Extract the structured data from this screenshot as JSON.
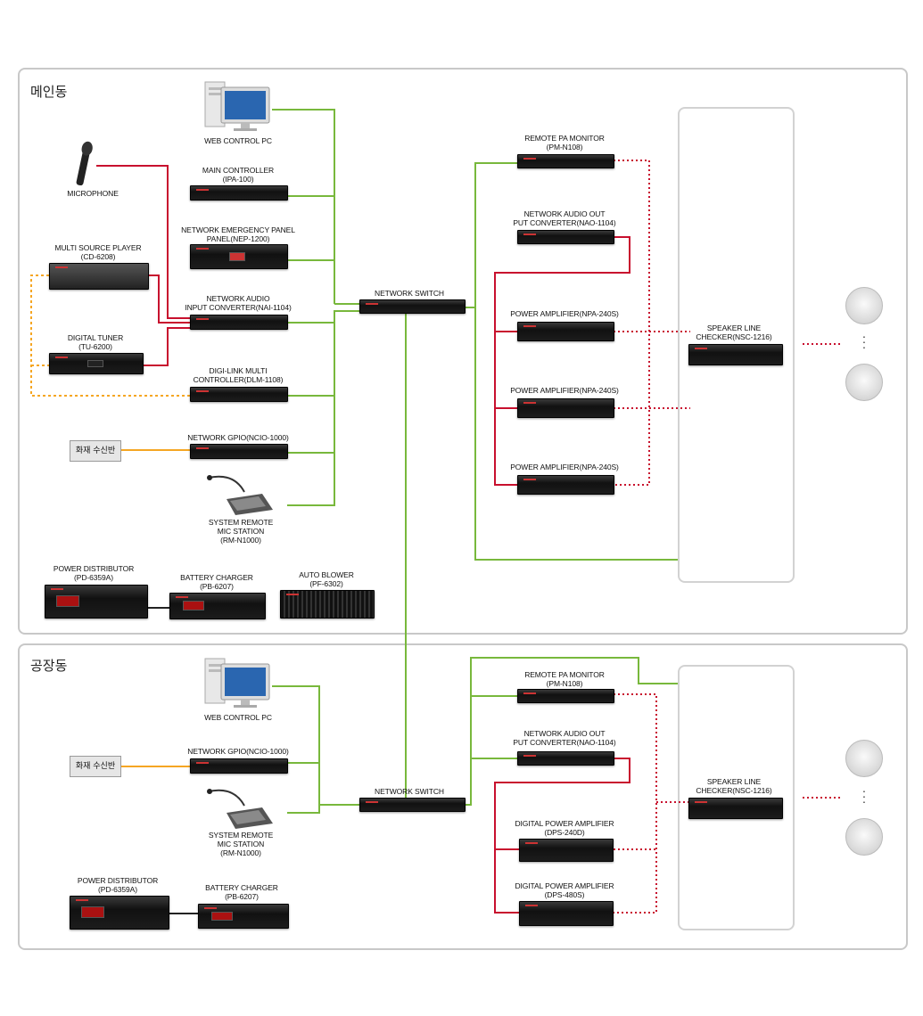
{
  "sections": {
    "main": {
      "title": "메인동"
    },
    "factory": {
      "title": "공장동"
    }
  },
  "fire_panel_label": "화재 수신반",
  "colors": {
    "network": "#78b83c",
    "audio": "#c8102e",
    "control": "#f5a623"
  },
  "main": {
    "web_pc": "WEB CONTROL PC",
    "microphone": "MICROPHONE",
    "main_controller": "MAIN CONTROLLER\n(IPA-100)",
    "emergency_panel": "NETWORK EMERGENCY PANEL\nPANEL(NEP-1200)",
    "multi_source": "MULTI SOURCE PLAYER\n(CD-6208)",
    "audio_input": "NETWORK AUDIO\nINPUT CONVERTER(NAI-1104)",
    "tuner": "DIGITAL TUNER\n(TU-6200)",
    "digilink": "DIGI-LINK MULTI\nCONTROLLER(DLM-1108)",
    "gpio": "NETWORK GPIO(NCIO-1000)",
    "remote_mic": "SYSTEM REMOTE\nMIC STATION\n(RM-N1000)",
    "power_dist": "POWER DISTRIBUTOR\n(PD-6359A)",
    "battery": "BATTERY CHARGER\n(PB-6207)",
    "blower": "AUTO BLOWER\n(PF-6302)",
    "switch": "NETWORK SWITCH",
    "pa_monitor": "REMOTE PA MONITOR\n(PM-N108)",
    "audio_out": "NETWORK AUDIO OUT\nPUT CONVERTER(NAO-1104)",
    "amp1": "POWER AMPLIFIER(NPA-240S)",
    "amp2": "POWER AMPLIFIER(NPA-240S)",
    "amp3": "POWER AMPLIFIER(NPA-240S)",
    "checker": "SPEAKER LINE\nCHECKER(NSC-1216)"
  },
  "factory": {
    "web_pc": "WEB CONTROL PC",
    "gpio": "NETWORK GPIO(NCIO-1000)",
    "remote_mic": "SYSTEM REMOTE\nMIC STATION\n(RM-N1000)",
    "power_dist": "POWER DISTRIBUTOR\n(PD-6359A)",
    "battery": "BATTERY CHARGER\n(PB-6207)",
    "switch": "NETWORK SWITCH",
    "pa_monitor": "REMOTE PA MONITOR\n(PM-N108)",
    "audio_out": "NETWORK AUDIO OUT\nPUT CONVERTER(NAO-1104)",
    "dps1": "DIGITAL POWER AMPLIFIER\n(DPS-240D)",
    "dps2": "DIGITAL POWER AMPLIFIER\n(DPS-480S)",
    "checker": "SPEAKER LINE\nCHECKER(NSC-1216)"
  }
}
